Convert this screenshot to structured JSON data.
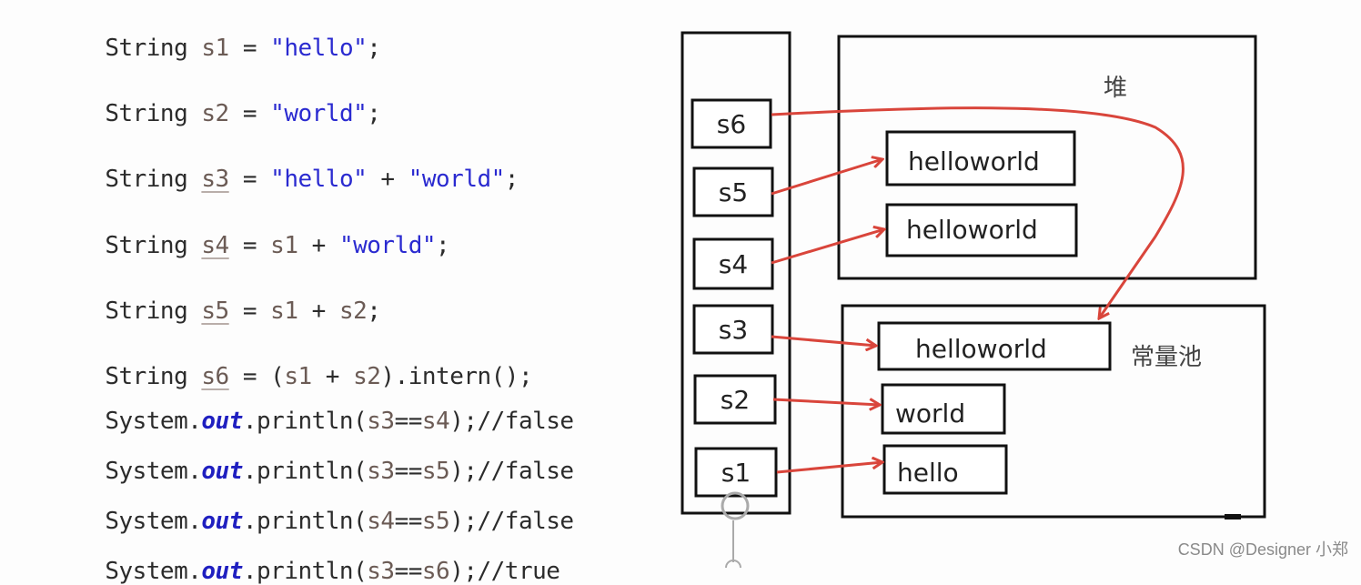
{
  "code": {
    "lines": [
      {
        "kw": "String ",
        "var": "s1",
        "rest1": " = ",
        "str1": "\"hello\"",
        "rest2": ";"
      },
      {
        "kw": "String ",
        "var": "s2",
        "rest1": " = ",
        "str1": "\"world\"",
        "rest2": ";"
      },
      {
        "kw": "String ",
        "var": "s3",
        "rest1": " = ",
        "str1": "\"hello\"",
        "rest2": " + ",
        "str2": "\"world\"",
        "rest3": ";"
      },
      {
        "kw": "String ",
        "var": "s4",
        "rest1": " = ",
        "var2": "s1",
        "rest2": " + ",
        "str1": "\"world\"",
        "rest3": ";"
      },
      {
        "kw": "String ",
        "var": "s5",
        "rest1": " = ",
        "var2": "s1",
        "rest2": " + ",
        "var3": "s2",
        "rest3": ";"
      },
      {
        "kw": "String ",
        "var": "s6",
        "rest1": " = (",
        "var2": "s1",
        "rest2": " + ",
        "var3": "s2",
        "rest3": ").intern();"
      }
    ],
    "prints": [
      {
        "prefix": "System.",
        "field": "out",
        "mid": ".println(",
        "a": "s3",
        "op": "==",
        "b": "s4",
        "suffix": ");//false"
      },
      {
        "prefix": "System.",
        "field": "out",
        "mid": ".println(",
        "a": "s3",
        "op": "==",
        "b": "s5",
        "suffix": ");//false"
      },
      {
        "prefix": "System.",
        "field": "out",
        "mid": ".println(",
        "a": "s4",
        "op": "==",
        "b": "s5",
        "suffix": ");//false"
      },
      {
        "prefix": "System.",
        "field": "out",
        "mid": ".println(",
        "a": "s3",
        "op": "==",
        "b": "s6",
        "suffix": ");//true"
      }
    ]
  },
  "diagram": {
    "stack_vars": [
      "s6",
      "s5",
      "s4",
      "s3",
      "s2",
      "s1"
    ],
    "heap_label": "堆",
    "heap_objects": [
      "helloworld",
      "helloworld"
    ],
    "pool_label": "常量池",
    "pool_objects": [
      "helloworld",
      "world",
      "hello"
    ],
    "arrow_color": "#d9453b",
    "references": [
      {
        "from": "s6",
        "to": "pool:helloworld"
      },
      {
        "from": "s5",
        "to": "heap:helloworld#1"
      },
      {
        "from": "s4",
        "to": "heap:helloworld#2"
      },
      {
        "from": "s3",
        "to": "pool:helloworld"
      },
      {
        "from": "s2",
        "to": "pool:world"
      },
      {
        "from": "s1",
        "to": "pool:hello"
      }
    ]
  },
  "watermark": "CSDN @Designer 小郑"
}
